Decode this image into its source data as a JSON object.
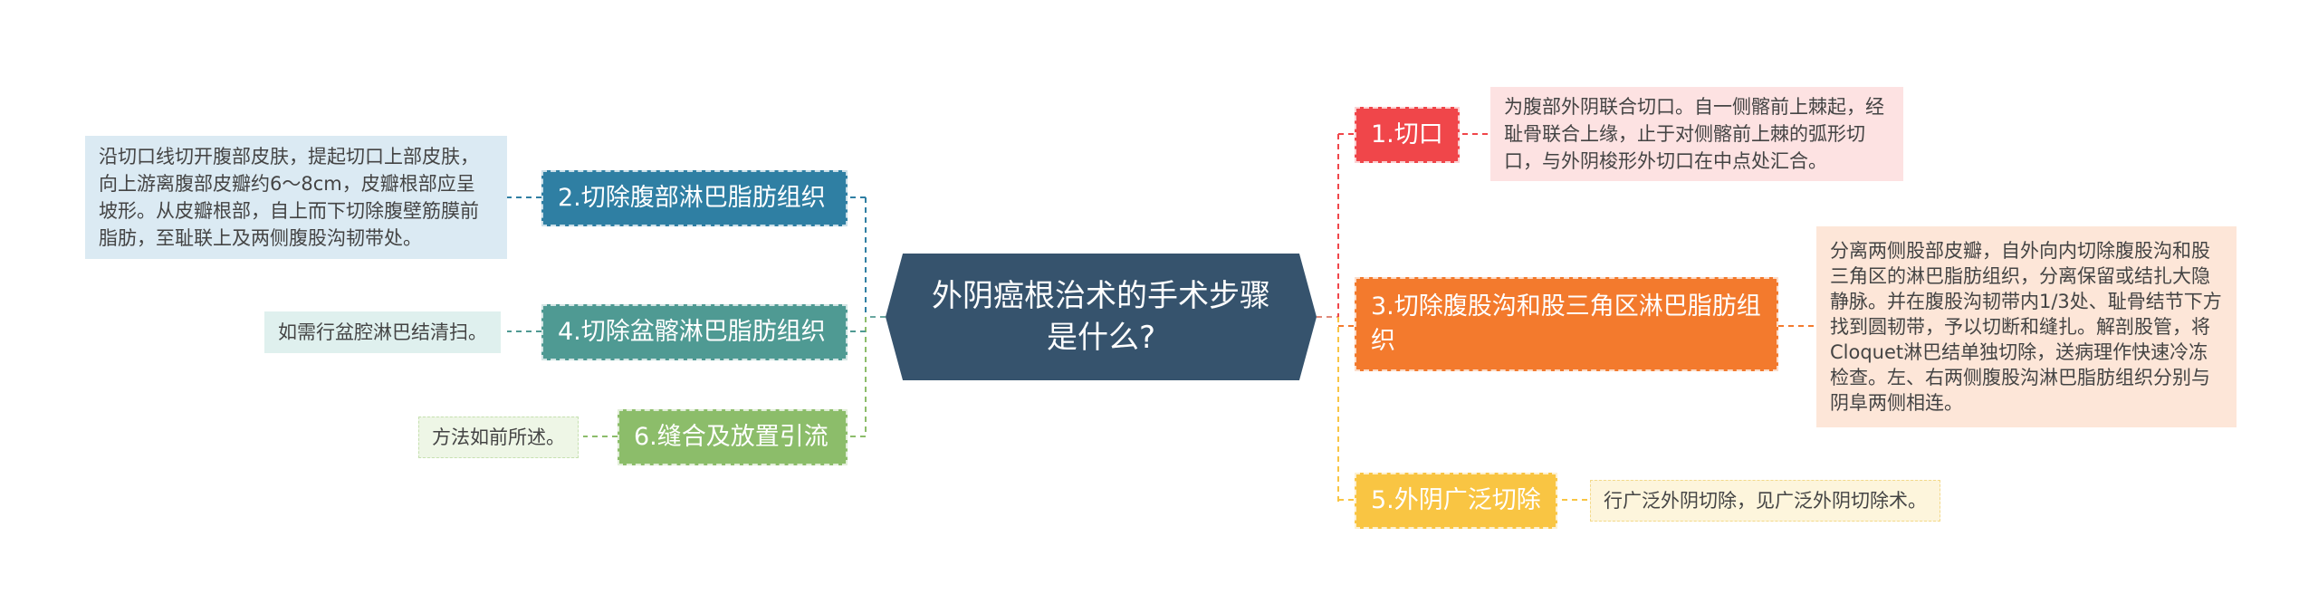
{
  "title": "外阴癌根治术的手术步骤是什么?",
  "branches": [
    {
      "label": "1.切口",
      "color": "#f0464a",
      "detail": "为腹部外阴联合切口。自一侧髂前上棘起，经耻骨联合上缘，止于对侧髂前上棘的弧形切口，与外阴梭形外切口在中点处汇合。",
      "detail_bg": "#fde2e2"
    },
    {
      "label": "2.切除腹部淋巴脂肪组织",
      "color": "#2f7fa3",
      "detail": "沿切口线切开腹部皮肤，提起切口上部皮肤，向上游离腹部皮瓣约6～8cm，皮瓣根部应呈坡形。从皮瓣根部，自上而下切除腹壁筋膜前脂肪，至耻联上及两侧腹股沟韧带处。",
      "detail_bg": "#dbeaf3"
    },
    {
      "label": "3.切除腹股沟和股三角区淋巴脂肪组织",
      "color": "#f37a2d",
      "detail": "分离两侧股部皮瓣，自外向内切除腹股沟和股三角区的淋巴脂肪组织，分离保留或结扎大隐静脉。并在腹股沟韧带内1/3处、耻骨结节下方找到圆韧带，予以切断和缝扎。解剖股管，将Cloquet淋巴结单独切除，送病理作快速冷冻检查。左、右两侧腹股沟淋巴脂肪组织分别与阴阜两侧相连。",
      "detail_bg": "#fde6d8"
    },
    {
      "label": "4.切除盆髂淋巴脂肪组织",
      "color": "#4f9a93",
      "detail": "如需行盆腔淋巴结清扫。",
      "detail_bg": "#dff0ee"
    },
    {
      "label": "5.外阴广泛切除",
      "color": "#f9c543",
      "detail": "行广泛外阴切除，见广泛外阴切除术。",
      "detail_bg": "#fdf5dc"
    },
    {
      "label": "6.缝合及放置引流",
      "color": "#8cbd6a",
      "detail": "方法如前所述。",
      "detail_bg": "#eef6e6"
    }
  ]
}
